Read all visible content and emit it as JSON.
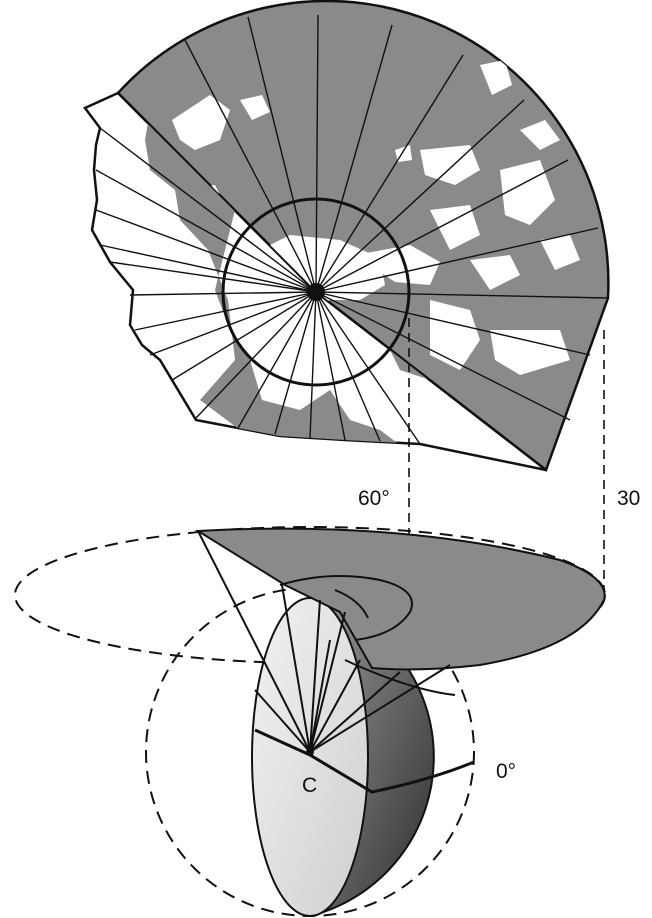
{
  "labels": {
    "lat60": "60°",
    "lat30": "30",
    "center": "C",
    "equator": "0°"
  }
}
